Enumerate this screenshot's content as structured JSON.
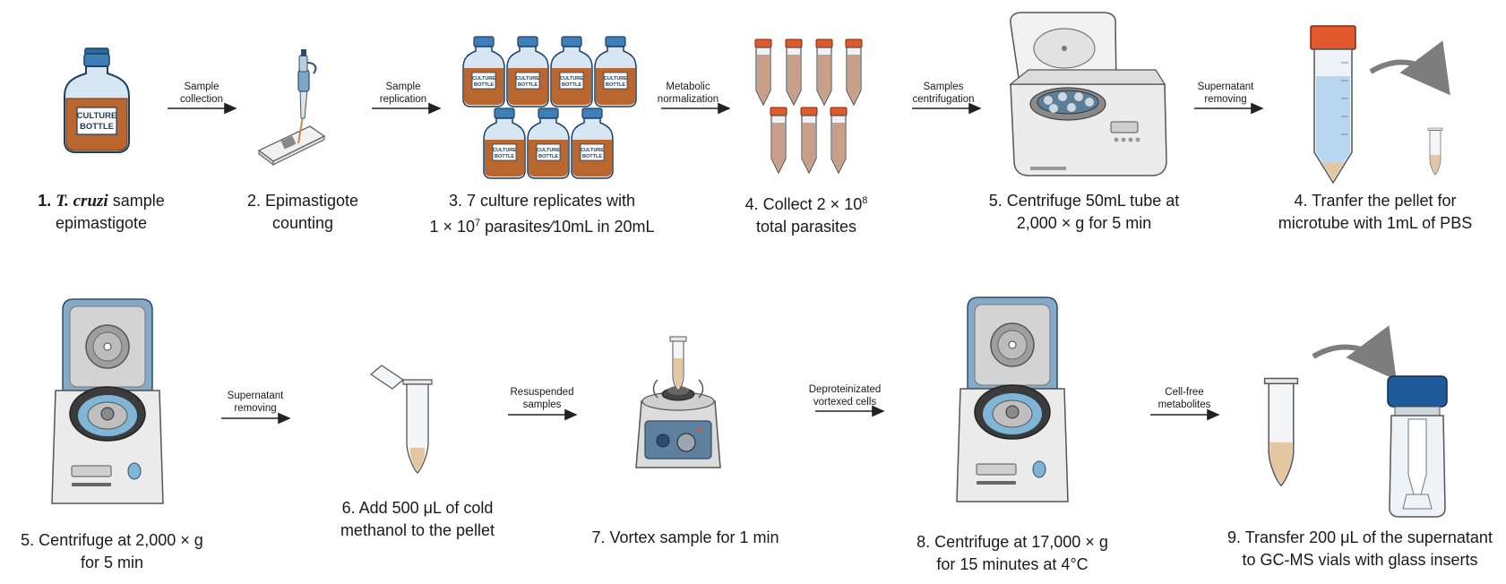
{
  "steps": [
    {
      "lines": [
        "1.",
        "T. cruzi",
        "sample",
        "epimastigote"
      ]
    },
    {
      "lines": [
        "2. Epimastigote",
        "counting"
      ]
    },
    {
      "lines": [
        "3. 7 culture replicates with",
        "1 × 10",
        "7",
        " parasites⁄10mL in 20mL"
      ]
    },
    {
      "lines": [
        "4. Collect 2 × 10",
        "8",
        "total parasites"
      ]
    },
    {
      "lines": [
        "5. Centrifuge 50mL tube at",
        "2,000 × g for 5 min"
      ]
    },
    {
      "lines": [
        "4. Tranfer the pellet for",
        "microtube with 1mL of PBS"
      ]
    },
    {
      "lines": [
        "5. Centrifuge at 2,000 × g",
        "for 5 min"
      ]
    },
    {
      "lines": [
        "6. Add 500 μL of cold",
        "methanol to the pellet"
      ]
    },
    {
      "lines": [
        "7. Vortex sample for 1 min"
      ]
    },
    {
      "lines": [
        "8. Centrifuge at 17,000 × g",
        "for 15 minutes at 4°C"
      ]
    },
    {
      "lines": [
        "9. Transfer 200 μL of the supernatant",
        "to GC-MS vials with glass inserts"
      ]
    }
  ],
  "arrows": [
    {
      "lines": [
        "Sample",
        "collection"
      ]
    },
    {
      "lines": [
        "Sample",
        "replication"
      ]
    },
    {
      "lines": [
        "Metabolic",
        "normalization"
      ]
    },
    {
      "lines": [
        "Samples",
        "centrifugation"
      ]
    },
    {
      "lines": [
        "Supernatant",
        "removing"
      ]
    },
    {
      "lines": [
        "Supernatant",
        "removing"
      ]
    },
    {
      "lines": [
        "Resuspended",
        "samples"
      ]
    },
    {
      "lines": [
        "Deproteinizated",
        "vortexed cells"
      ]
    },
    {
      "lines": [
        "Cell-free",
        "metabolites"
      ]
    }
  ],
  "bottle_label": [
    "CULTURE",
    "BOTTLE"
  ],
  "colors": {
    "bottle_glass": "#d6e6f2",
    "bottle_cap": "#3e7fb8",
    "culture_liquid": "#b9672e",
    "tube_cap": "#e0582b",
    "tube_liquid": "#c99f8a",
    "centrifuge_body": "#ebebeb",
    "centrifuge_lid": "#86a9c7",
    "vial_cap": "#1f5a9a",
    "pellet": "#e4c6a3"
  }
}
